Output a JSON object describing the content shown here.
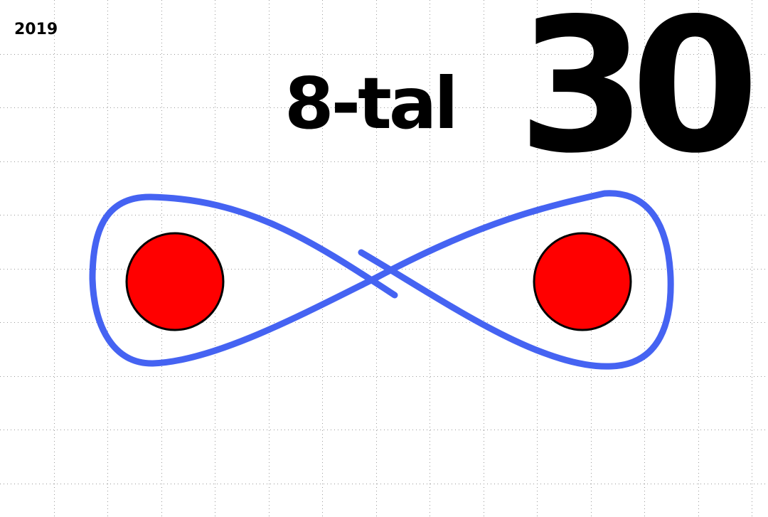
{
  "year": "2019",
  "figure_label": "8-tal",
  "count": "30",
  "colors": {
    "background": "#ffffff",
    "grid_dot": "#9a9a9a",
    "loop_stroke": "#4563f2",
    "circle_fill": "#ff0000",
    "circle_stroke": "#000000",
    "text": "#000000"
  },
  "shapes": {
    "loop": "figure-eight-loop",
    "left_circle": "red-circle",
    "right_circle": "red-circle"
  }
}
